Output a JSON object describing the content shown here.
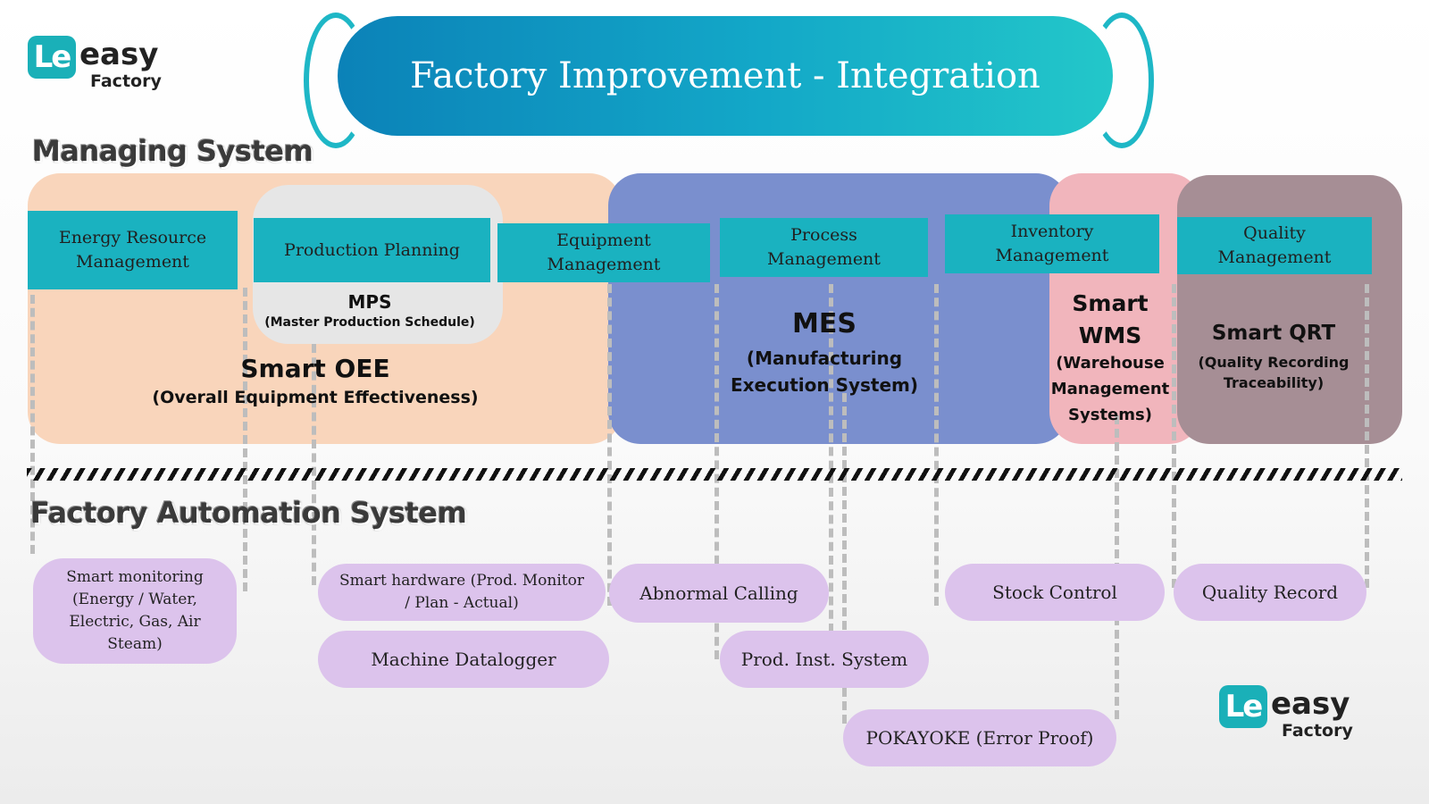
{
  "logo": {
    "mark": "Le",
    "word": "easy",
    "sub": "Factory"
  },
  "title": "Factory Improvement - Integration",
  "sections": {
    "managing": "Managing System",
    "automation": "Factory Automation  System"
  },
  "managing": {
    "energy": "Energy Resource Management",
    "production": "Production Planning",
    "mps_title": "MPS",
    "mps_sub": "(Master Production Schedule)",
    "oee_title": "Smart OEE",
    "oee_sub": "(Overall Equipment Effectiveness)",
    "equipment": "Equipment Management",
    "process": "Process Management",
    "mes_title": "MES",
    "mes_sub": "(Manufacturing Execution System)",
    "inventory": "Inventory Management",
    "wms_title": "Smart WMS",
    "wms_sub": "(Warehouse Management Systems)",
    "quality": "Quality Management",
    "qrt_title": "Smart QRT",
    "qrt_sub": "(Quality Recording Traceability)"
  },
  "automation": {
    "smart_monitoring": "Smart monitoring (Energy / Water, Electric, Gas, Air Steam)",
    "smart_hardware": "Smart hardware (Prod. Monitor / Plan - Actual)",
    "datalogger": "Machine Datalogger",
    "abnormal": "Abnormal Calling",
    "prod_inst": "Prod. Inst. System",
    "pokayoke": "POKAYOKE (Error Proof)",
    "stock": "Stock Control",
    "quality_record": "Quality Record"
  },
  "colors": {
    "teal": "#1ab2c0",
    "peach": "#f9d5bb",
    "blue": "#7a8fce",
    "pink": "#f1b5bc",
    "mauve": "#a68e95",
    "lavender": "#dcc3ec"
  }
}
